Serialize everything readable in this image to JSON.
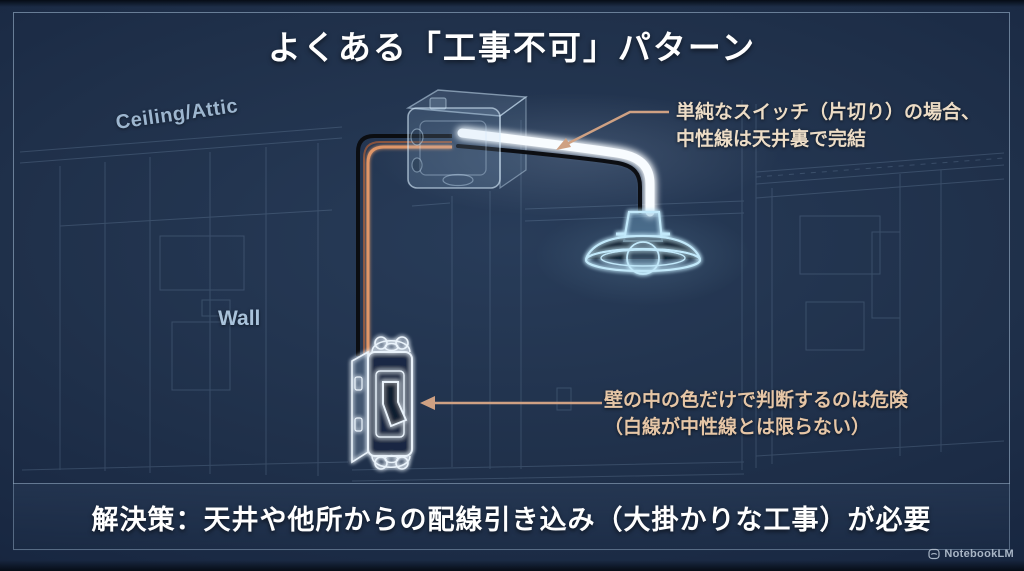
{
  "title": "よくある「工事不可」パターン",
  "scene": {
    "ceiling_label": "Ceiling/Attic",
    "wall_label": "Wall"
  },
  "annotations": {
    "neutral_wire": {
      "line1": "単純なスイッチ（片切り）の場合、",
      "line2": "中性線は天井裏で完結"
    },
    "wire_color_warning": {
      "line1": "壁の中の色だけで判断するのは危険",
      "line2": "（白線が中性線とは限らない）"
    }
  },
  "solution_bar": {
    "text": "解決策：天井や他所からの配線引き込み（大掛かりな工事）が必要"
  },
  "watermark": {
    "label": "NotebookLM"
  },
  "colors": {
    "background_navy": "#20314b",
    "frame_border": "#a0b8d0",
    "title_text": "#ffffff",
    "scene_label_text": "#a9c2da",
    "annotation_text_top": "#ecdcc6",
    "annotation_text_bottom": "#e6c6a6",
    "arrow": "#cfa183",
    "glow_cyan": "#c2e9fb",
    "cable_white": "#f8fcff",
    "wire_black": "#0c0e13",
    "wire_orange": "#df9668",
    "solution_text": "#ffffff"
  }
}
